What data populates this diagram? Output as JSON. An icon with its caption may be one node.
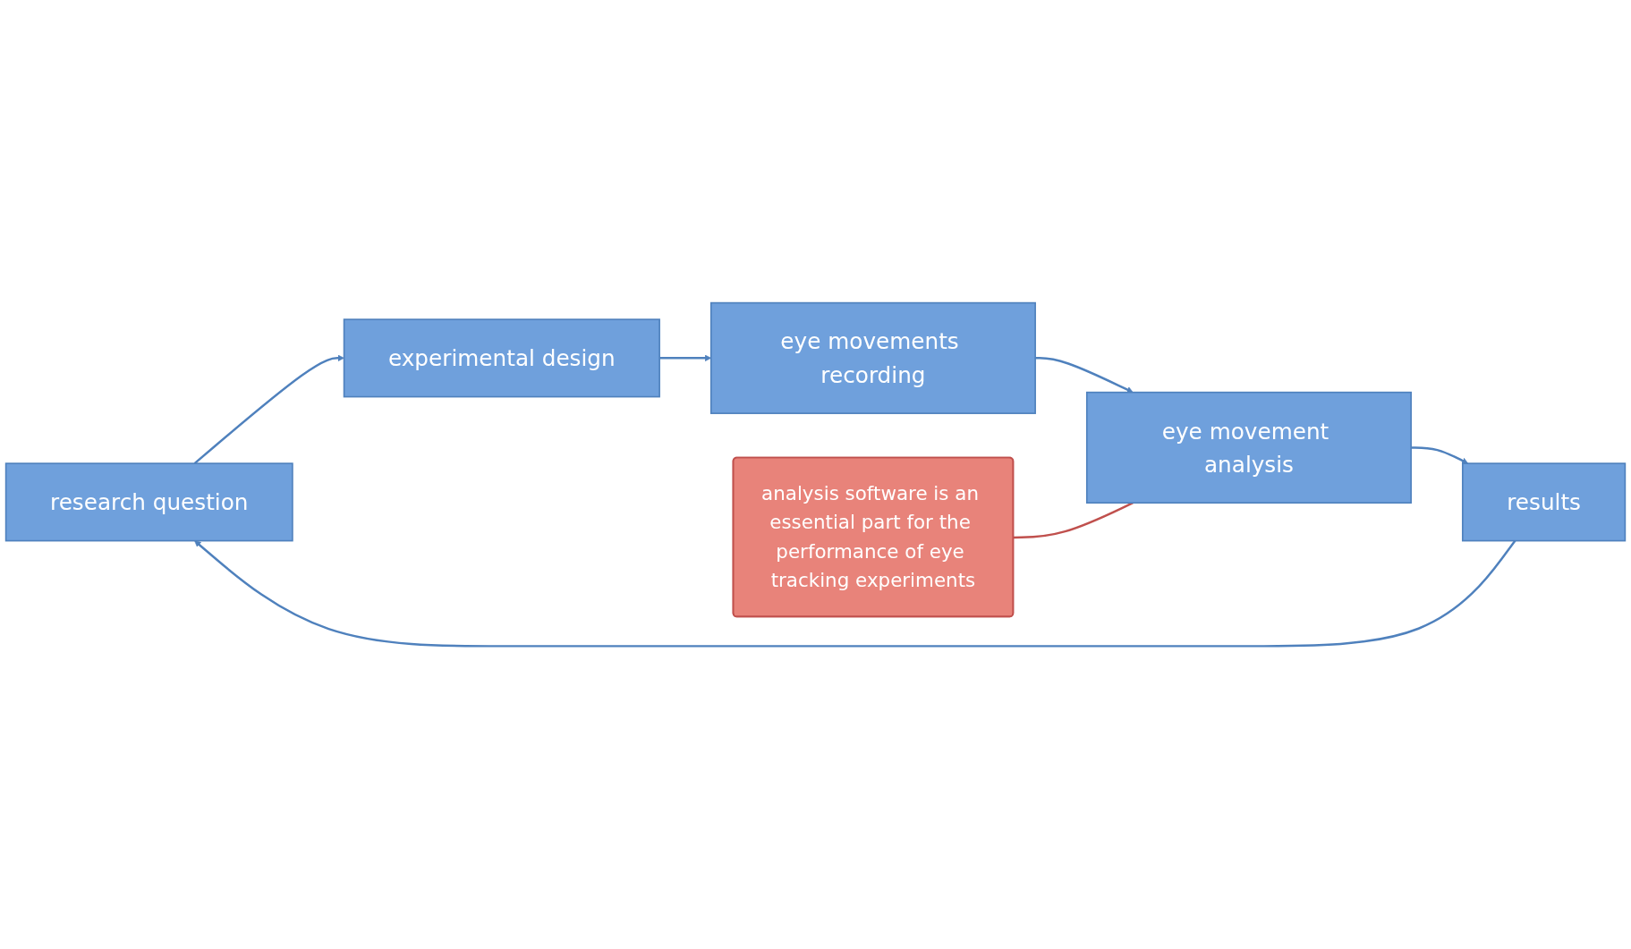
{
  "diagram": {
    "nodes": [
      {
        "text": [
          "research question"
        ]
      },
      {
        "text": [
          "experimental design"
        ]
      },
      {
        "text": [
          "eye movements recording"
        ]
      },
      {
        "text": [
          "eye movement analysis"
        ]
      },
      {
        "text": [
          "results"
        ]
      },
      {
        "text": [
          "analysis software is an essential part for the performance of eye tracking experiments"
        ]
      }
    ],
    "edges": [
      {
        "from": 0,
        "to": 1,
        "arrow": "to"
      },
      {
        "from": 1,
        "to": 2,
        "arrow": "to"
      },
      {
        "from": 2,
        "to": 3,
        "arrow": "to"
      },
      {
        "from": 3,
        "to": 4,
        "arrow": "to"
      },
      {
        "from": 4,
        "to": 0,
        "arrow": "to"
      },
      {
        "from": 5,
        "to": 3,
        "arrow": "none",
        "color": "#c0504d"
      }
    ]
  }
}
